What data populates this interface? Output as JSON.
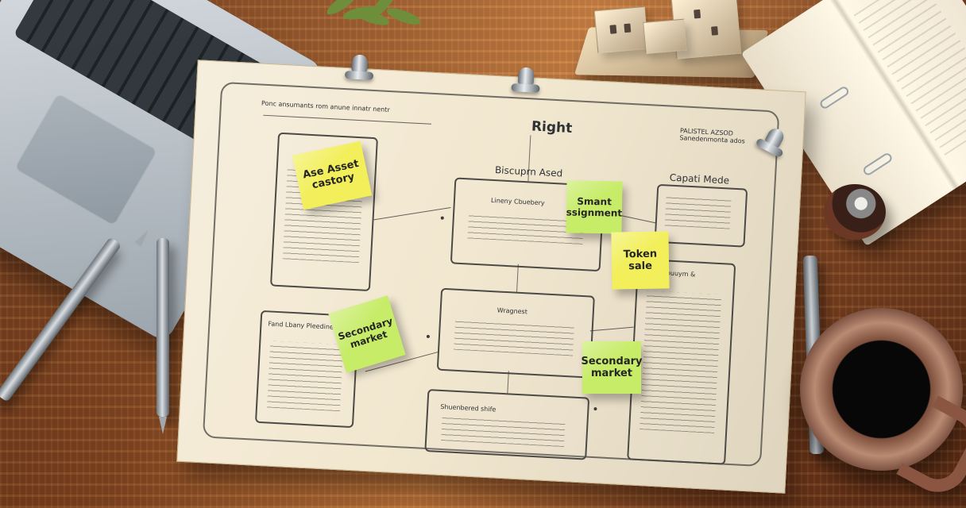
{
  "scene": {
    "paper_heading_left": "Ponc ansumants rom anune innatr nentr",
    "main_label": "Right",
    "top_right_label": "PALISTEL AZSOD Sanedenmonta ados",
    "right_panel_title": "Capati Mede",
    "center_top_title": "Biscuprn Ased",
    "center_box_heading": "Lineny Cbuebery",
    "middle_box_title": "Wragnest",
    "bottom_box_title": "Shuenbered shife",
    "left_bottom_box_title": "Fand Lbany Pleedine",
    "right_tall_box_title": "Fora Touuym & Jlofeit",
    "colors": {
      "wood_dark": "#6a3519",
      "wood_light": "#c77b3e",
      "paper": "#f2e7cf",
      "ink": "#2f3235",
      "note_yellow": "#f2ef5b",
      "note_green": "#c7ec68"
    }
  },
  "notes": [
    {
      "id": "note-asset-category",
      "text": "Ase Asset castory",
      "color": "yellow"
    },
    {
      "id": "note-smart-assignment",
      "text": "Smant ssignment",
      "color": "green"
    },
    {
      "id": "note-token-sale",
      "text": "Token sale",
      "color": "yellow"
    },
    {
      "id": "note-secondary-market-left",
      "text": "Secondary market",
      "color": "green"
    },
    {
      "id": "note-secondary-market-right",
      "text": "Secondary market",
      "color": "green"
    }
  ],
  "icons": {
    "laptop": "laptop-icon",
    "plant": "plant-icon",
    "model_house": "house-model-icon",
    "book": "book-icon",
    "pen": "pen-icon",
    "paper_clip": "binder-clip-icon",
    "coffee_mug": "coffee-mug-icon",
    "ink_bottle": "ink-bottle-icon"
  }
}
